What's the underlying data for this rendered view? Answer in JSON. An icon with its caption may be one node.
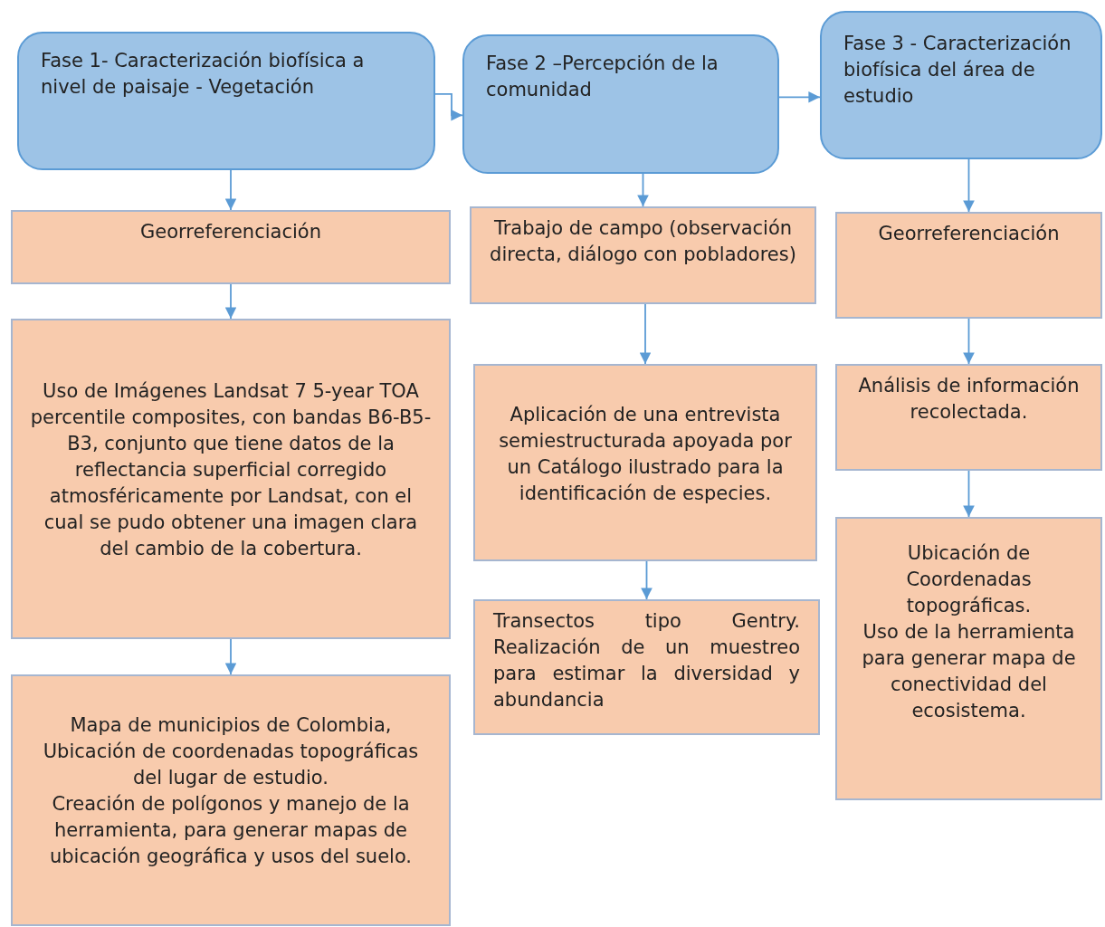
{
  "diagram": {
    "nodes": [
      {
        "text": [
          "Fase 1- Caracterización biofísica a nivel de paisaje - Vegetación"
        ]
      },
      {
        "text": [
          "Fase 2 –Percepción de la comunidad"
        ]
      },
      {
        "text": [
          "Fase 3 - Caracterización biofísica del área de estudio"
        ]
      },
      {
        "text": [
          "Georreferenciación"
        ]
      },
      {
        "text": [
          "Uso de Imágenes Landsat 7 5-year TOA percentile composites, con bandas B6-B5-B3, conjunto que tiene datos de la reflectancia superficial corregido atmosféricamente por Landsat, con el cual se pudo obtener una imagen clara del cambio de la cobertura."
        ]
      },
      {
        "text": [
          "Mapa de municipios de Colombia, Ubicación de coordenadas topográficas del lugar de estudio.",
          "Creación de polígonos y manejo de la herramienta, para generar mapas de ubicación geográfica y usos del suelo."
        ]
      },
      {
        "text": [
          "Trabajo de campo (observación directa, diálogo con pobladores)"
        ]
      },
      {
        "text": [
          "Aplicación de una entrevista semiestructurada apoyada por un Catálogo ilustrado para la identificación de especies."
        ]
      },
      {
        "text": [
          "Transectos tipo Gentry. Realización de un muestreo para estimar la diversidad y abundancia"
        ]
      },
      {
        "text": [
          "Georreferenciación"
        ]
      },
      {
        "text": [
          "Análisis de información recolectada."
        ]
      },
      {
        "text": [
          "Ubicación de Coordenadas topográficas.",
          "Uso de la herramienta para generar mapa de conectividad del ecosistema."
        ]
      }
    ],
    "edges": [
      {
        "from": 0,
        "to": 1,
        "arrow": "to"
      },
      {
        "from": 1,
        "to": 2,
        "arrow": "to"
      },
      {
        "from": 0,
        "to": 3,
        "arrow": "to"
      },
      {
        "from": 3,
        "to": 4,
        "arrow": "to"
      },
      {
        "from": 4,
        "to": 5,
        "arrow": "to"
      },
      {
        "from": 1,
        "to": 6,
        "arrow": "to"
      },
      {
        "from": 6,
        "to": 7,
        "arrow": "to"
      },
      {
        "from": 7,
        "to": 8,
        "arrow": "to"
      },
      {
        "from": 2,
        "to": 9,
        "arrow": "to"
      },
      {
        "from": 9,
        "to": 10,
        "arrow": "to"
      },
      {
        "from": 10,
        "to": 11,
        "arrow": "to"
      }
    ]
  }
}
